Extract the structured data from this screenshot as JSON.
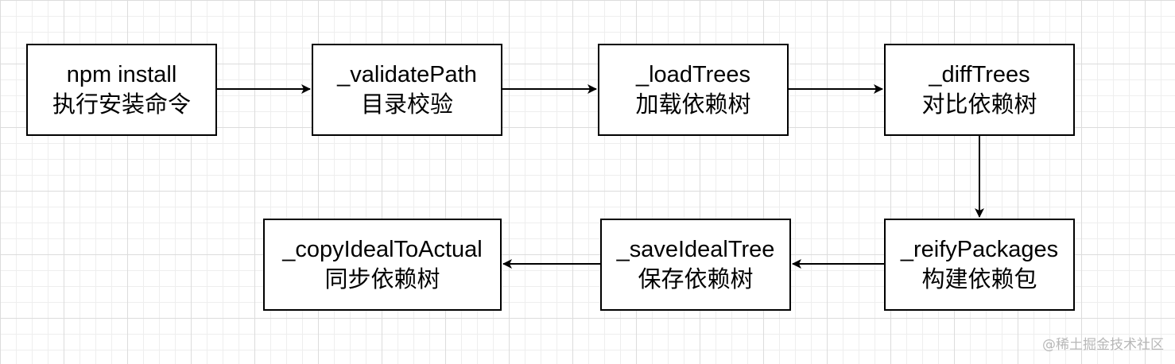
{
  "diagram": {
    "nodes": [
      {
        "id": "n1",
        "name": "npm install",
        "desc": "执行安装命令"
      },
      {
        "id": "n2",
        "name": "_validatePath",
        "desc": "目录校验"
      },
      {
        "id": "n3",
        "name": "_loadTrees",
        "desc": "加载依赖树"
      },
      {
        "id": "n4",
        "name": "_diffTrees",
        "desc": "对比依赖树"
      },
      {
        "id": "n5",
        "name": "_reifyPackages",
        "desc": "构建依赖包"
      },
      {
        "id": "n6",
        "name": "_saveIdealTree",
        "desc": "保存依赖树"
      },
      {
        "id": "n7",
        "name": "_copyIdealToActual",
        "desc": "同步依赖树"
      }
    ],
    "edges": [
      {
        "from": "n1",
        "to": "n2"
      },
      {
        "from": "n2",
        "to": "n3"
      },
      {
        "from": "n3",
        "to": "n4"
      },
      {
        "from": "n4",
        "to": "n5"
      },
      {
        "from": "n5",
        "to": "n6"
      },
      {
        "from": "n6",
        "to": "n7"
      }
    ]
  },
  "watermark": "@稀土掘金技术社区",
  "colors": {
    "stroke": "#000000",
    "box_fill": "#ffffff",
    "grid": "#dcdcdc",
    "watermark": "#b8b8b8"
  }
}
